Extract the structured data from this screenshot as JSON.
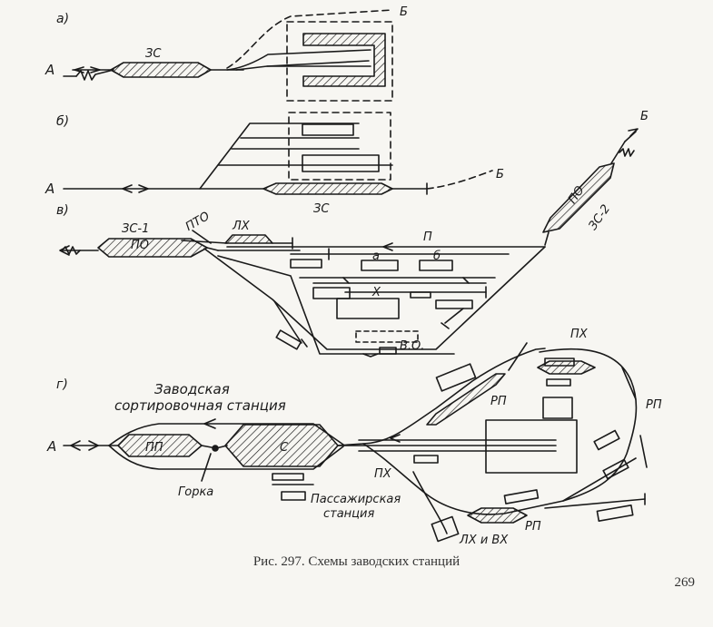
{
  "caption": "Рис. 297. Схемы заводских станций",
  "page_number": "269",
  "sections": {
    "a": {
      "marker": "а)",
      "label_A": "А",
      "label_B": "Б",
      "label_ZS": "ЗС"
    },
    "b": {
      "marker": "б)",
      "label_A": "А",
      "label_B": "Б",
      "label_ZS": "ЗС"
    },
    "v": {
      "marker": "в)",
      "label_ZS1": "ЗС-1",
      "label_PO1": "ПО",
      "label_PTO": "ПТО",
      "label_LH": "ЛХ",
      "label_P": "П",
      "label_a": "а",
      "label_b": "б",
      "label_H": "Х",
      "label_VO": "В.О.",
      "label_ZS2": "ЗС-2",
      "label_PO2": "ПО",
      "label_B": "Б"
    },
    "g": {
      "marker": "г)",
      "title_line1": "Заводская",
      "title_line2": "сортировочная станция",
      "label_A": "А",
      "label_PP": "ПП",
      "label_S": "С",
      "label_gorka": "Горка",
      "label_pass_line1": "Пассажирская",
      "label_pass_line2": "станция",
      "label_PH1": "ПХ",
      "label_PH2": "ПХ",
      "label_RP1": "РП",
      "label_RP2": "РП",
      "label_RP3": "РП",
      "label_LHVH": "ЛХ и ВХ"
    }
  }
}
